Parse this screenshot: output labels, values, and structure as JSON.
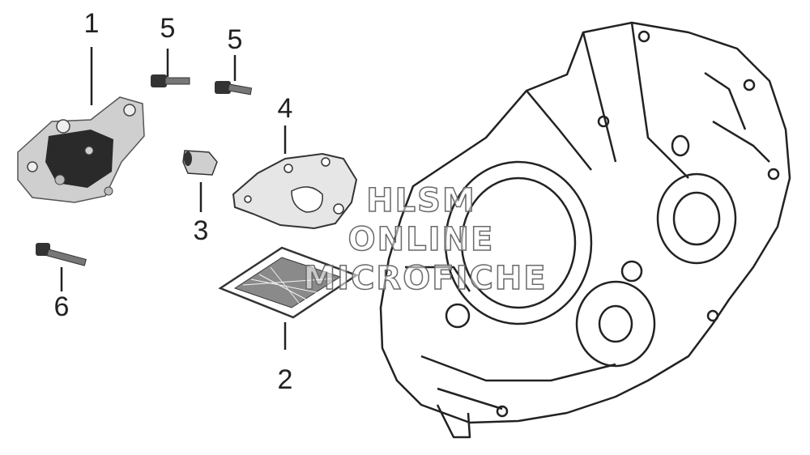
{
  "diagram": {
    "callouts": [
      {
        "id": "c1",
        "label": "1"
      },
      {
        "id": "c5a",
        "label": "5"
      },
      {
        "id": "c5b",
        "label": "5"
      },
      {
        "id": "c4",
        "label": "4"
      },
      {
        "id": "c3",
        "label": "3"
      },
      {
        "id": "c6",
        "label": "6"
      },
      {
        "id": "c2",
        "label": "2"
      }
    ],
    "watermark": {
      "line1": "HLSM",
      "line2": "ONLINE",
      "line3": "MICROFICHE"
    },
    "colors": {
      "ink": "#222222",
      "part_fill": "#d9d9d9",
      "part_dark": "#3a3a3a"
    }
  }
}
